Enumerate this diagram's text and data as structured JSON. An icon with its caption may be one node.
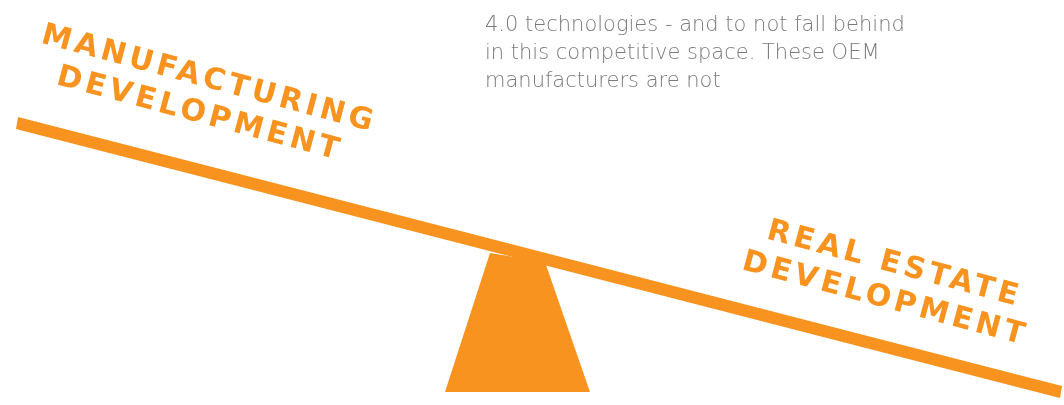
{
  "diagram": {
    "labels": [
      "4.0 technologies - and to not fall behind in this competitive space. These OEM manufacturers are not",
      "MANUFACTURING DEVELOPMENT",
      "REAL ESTATE DEVELOPMENT"
    ]
  }
}
